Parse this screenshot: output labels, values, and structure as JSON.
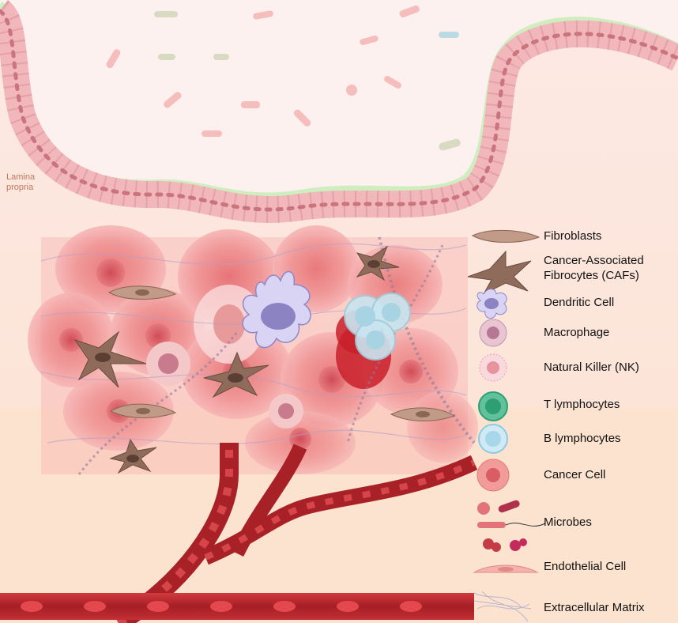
{
  "region_label": [
    "Lamina",
    "propria"
  ],
  "legend": [
    {
      "label": "Fibroblasts",
      "icon": "fibroblast-icon"
    },
    {
      "label": "Cancer-Associated",
      "label2": "Fibrocytes (CAFs)",
      "icon": "caf-icon"
    },
    {
      "label": "Dendritic Cell",
      "icon": "dendritic-cell-icon"
    },
    {
      "label": "Macrophage",
      "icon": "macrophage-icon"
    },
    {
      "label": "Natural Killer (NK)",
      "icon": "nk-cell-icon"
    },
    {
      "label": "T lymphocytes",
      "icon": "t-lymphocyte-icon"
    },
    {
      "label": "B lymphocytes",
      "icon": "b-lymphocyte-icon"
    },
    {
      "label": "Cancer Cell",
      "icon": "cancer-cell-icon"
    },
    {
      "label": "Microbes",
      "icon": "microbes-icon"
    },
    {
      "label": "Endothelial Cell",
      "icon": "endothelial-cell-icon"
    },
    {
      "label": "Extracellular Matrix",
      "icon": "ecm-icon"
    }
  ],
  "colors": {
    "lumen": "#fdf0ef",
    "epithelium": "#f1b7bb",
    "mucus": "#cfeec0",
    "stroma": "#fbe4d4",
    "tumor": "#ef8d8f",
    "vessel": "#b8282e",
    "fibroblast": "#a7826f",
    "dendritic": "#cfcaf0",
    "t_cell": "#2f9e72",
    "b_cell": "#bfe6f2"
  }
}
